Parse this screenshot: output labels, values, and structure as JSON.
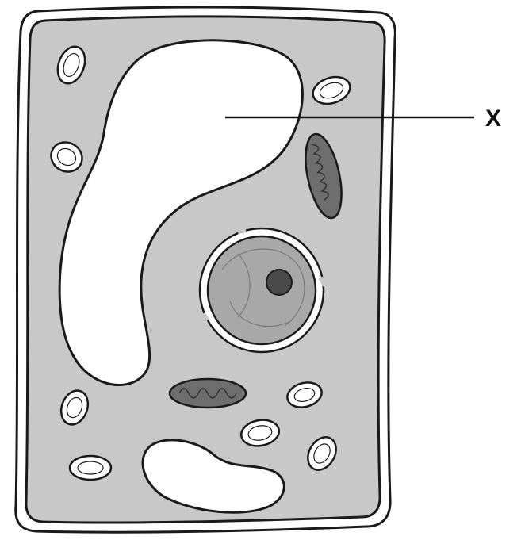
{
  "diagram": {
    "labels": {
      "x": "X"
    },
    "colors": {
      "cytoplasm": "#c8c8c8",
      "outline": "#1a1a1a",
      "vacuole": "#ffffff",
      "nucleus": "#a8a8a8",
      "nucleolus": "#4a4a4a",
      "mitochondrion": "#6e6e6e",
      "chloroplast": "#ffffff"
    },
    "parts": [
      "cell-wall",
      "cell-membrane",
      "cytoplasm",
      "large-vacuole",
      "small-vacuole",
      "nucleus",
      "nucleolus",
      "mitochondria",
      "chloroplasts"
    ]
  }
}
